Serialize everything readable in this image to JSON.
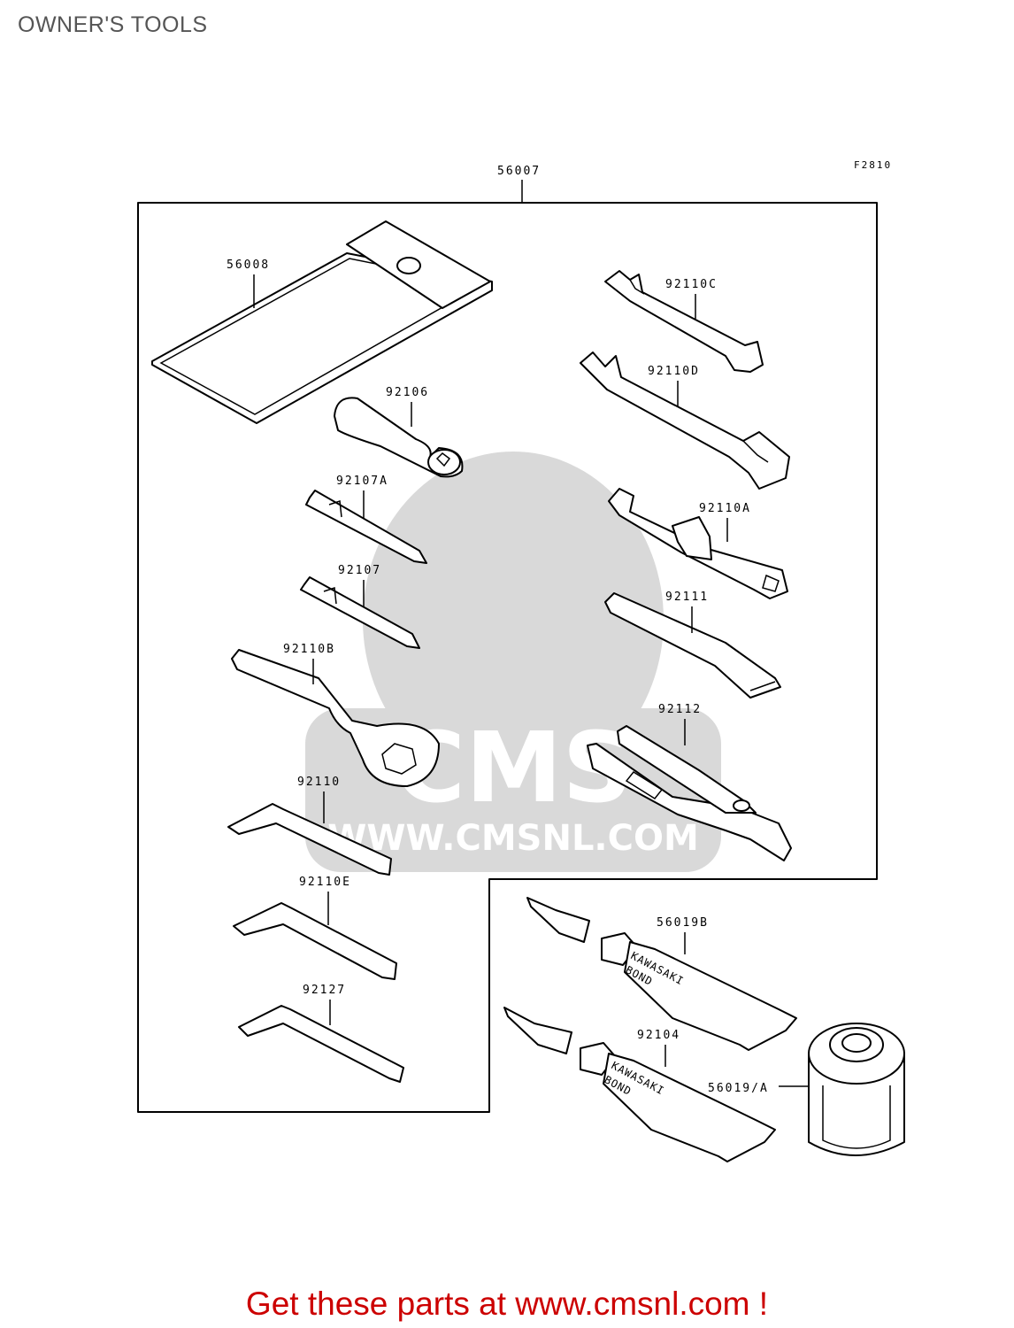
{
  "page": {
    "title": "OWNER'S TOOLS",
    "figure_code": "F2810"
  },
  "watermark": {
    "line1": "CMS",
    "line2": "WWW.CMSNL.COM"
  },
  "parts": {
    "kit": "56007",
    "pouch": "56008",
    "wrench_c": "92110C",
    "wrench_d": "92110D",
    "driver_handle": "92106",
    "plug_wrench": "92110A",
    "bit_a": "92107A",
    "bit": "92107",
    "extension": "92111",
    "ring_wrench": "92110B",
    "pliers": "92112",
    "hex_key": "92110",
    "hex_key_e": "92110E",
    "hex_key_s": "92127",
    "bond_b": "56019B",
    "bond": "92104",
    "bond_a": "56019/A"
  },
  "tube_text": {
    "brand": "KAWASAKI",
    "word": "BOND"
  },
  "footer": {
    "cta": "Get these parts at www.cmsnl.com !"
  }
}
